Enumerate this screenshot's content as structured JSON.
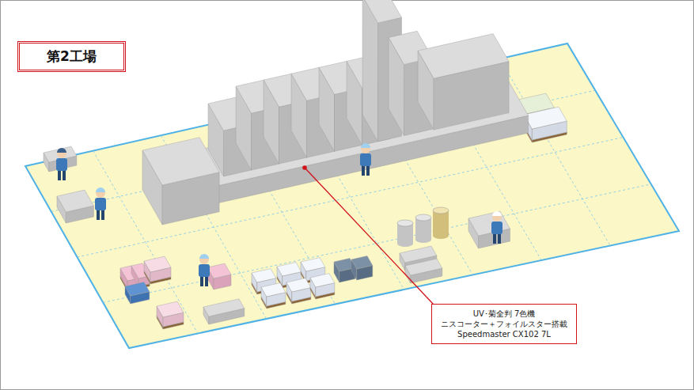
{
  "diagram": {
    "title": "第2工場",
    "nodes": [
      {
        "text": [
          "UV･菊全判 7色機",
          "ニスコーター＋フォイルスター搭載",
          "Speedmaster CX102 7L"
        ]
      }
    ]
  }
}
